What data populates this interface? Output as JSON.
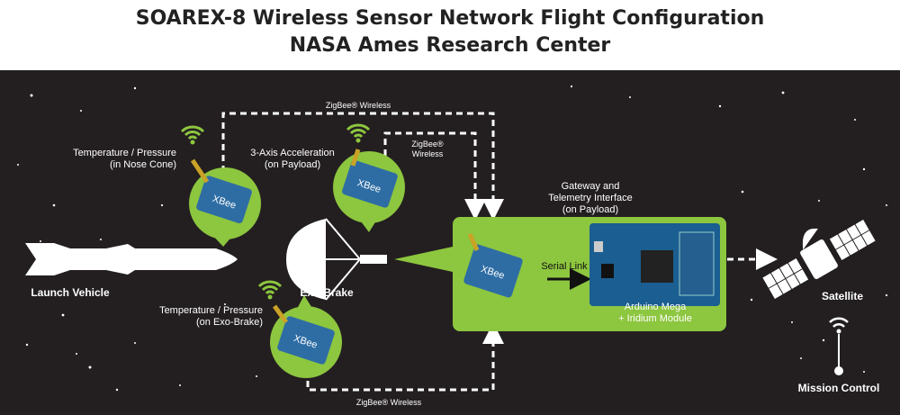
{
  "header": {
    "title_line1": "SOAREX-8 Wireless Sensor Network Flight Configuration",
    "title_line2": "NASA Ames Research Center"
  },
  "diagram": {
    "links": {
      "zigbee_top": "ZigBee® Wireless",
      "zigbee_mid_1": "ZigBee®",
      "zigbee_mid_2": "Wireless",
      "zigbee_bottom": "ZigBee® Wireless",
      "serial_link": "Serial Link"
    },
    "sensors": {
      "nose_cone_1": "Temperature / Pressure",
      "nose_cone_2": "(in Nose Cone)",
      "payload_accel_1": "3-Axis Acceleration",
      "payload_accel_2": "(on Payload)",
      "exo_brake_sensor_1": "Temperature / Pressure",
      "exo_brake_sensor_2": "(on Exo-Brake)"
    },
    "gateway": {
      "line1": "Gateway and",
      "line2": "Telemetry Interface",
      "line3": "(on Payload)",
      "board_1": "Arduino Mega",
      "board_2": "+ Iridium Module"
    },
    "nodes": {
      "launch_vehicle": "Launch Vehicle",
      "exo_brake": "Exo-Brake",
      "satellite": "Satellite",
      "mission_control": "Mission Control"
    },
    "xbee_label": "XBee",
    "colors": {
      "green": "#8dc63f",
      "xbee_blue": "#2e6da4",
      "background": "#231f20",
      "arduino_blue": "#1b5e91"
    }
  }
}
